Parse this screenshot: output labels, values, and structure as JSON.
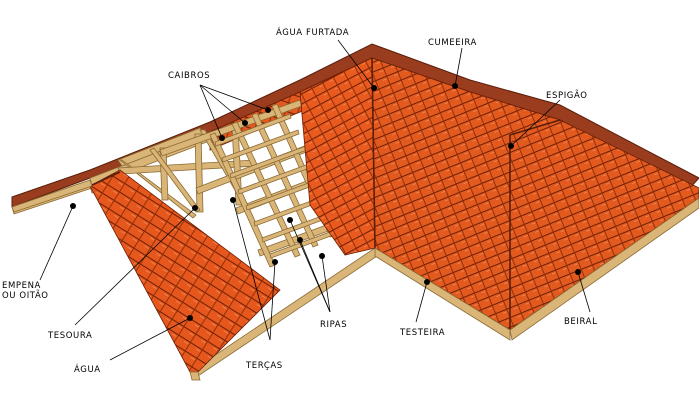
{
  "labels": {
    "agua_furtada": "ÁGUA FURTADA",
    "cumeeira": "CUMEEIRA",
    "caibros": "CAIBROS",
    "espigao": "ESPIGÃO",
    "empena_line1": "EMPENA",
    "empena_line2": "OU OITÃO",
    "tesoura": "TESOURA",
    "agua": "ÁGUA",
    "tercas": "TERÇAS",
    "ripas": "RIPAS",
    "testeira": "TESTEIRA",
    "beiral": "BEIRAL"
  },
  "colors": {
    "tile": "#e5571c",
    "tile_line": "#6b1f06",
    "tile_dark": "#b83e10",
    "ridge": "#9a3d1f",
    "wood": "#d9b577",
    "wood_line": "#8b6a35",
    "sky": "#ffffff"
  }
}
